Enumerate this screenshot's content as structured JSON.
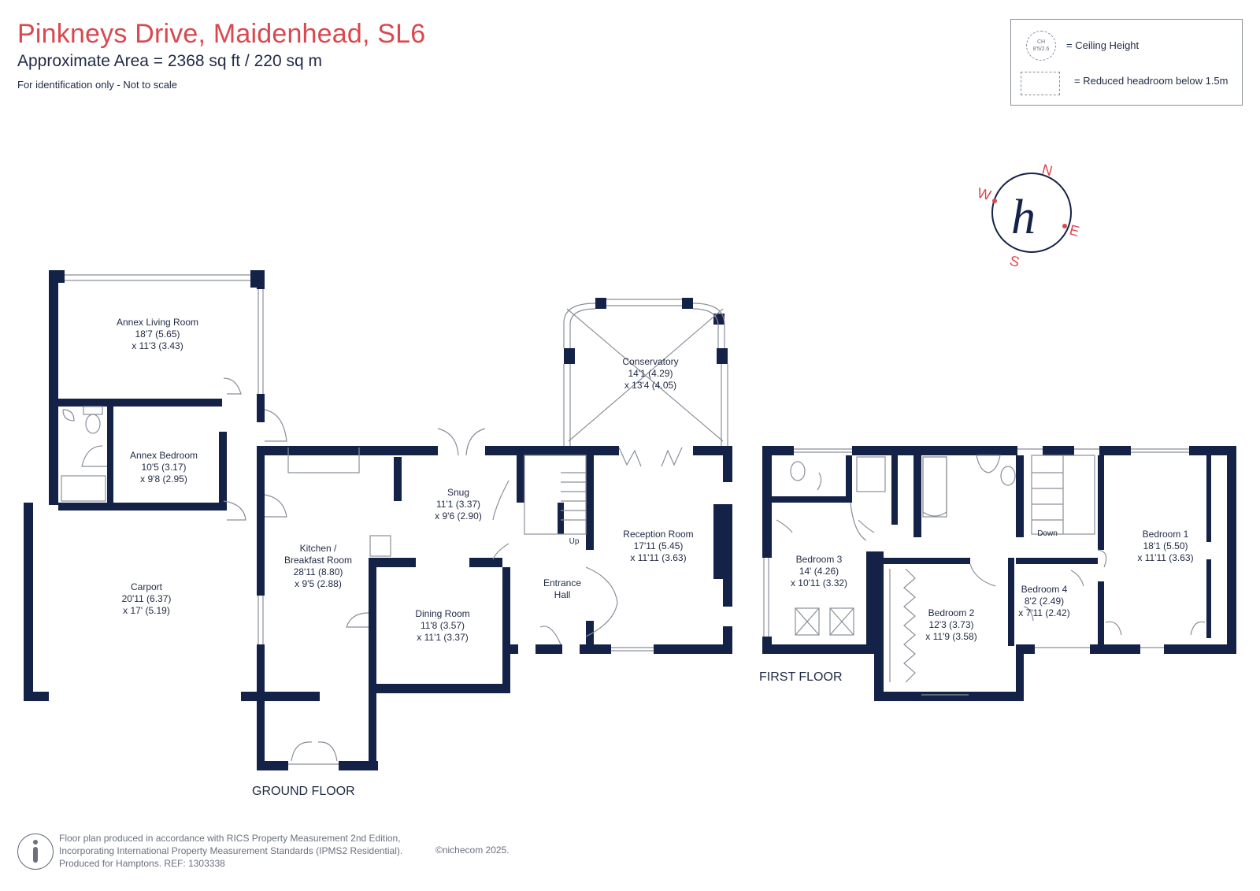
{
  "header": {
    "title": "Pinkneys Drive, Maidenhead, SL6",
    "area": "Approximate Area = 2368 sq ft / 220 sq m",
    "note": "For identification only - Not to scale"
  },
  "legend": {
    "ceiling_label": "= Ceiling Height",
    "ceiling_symbol_1": "CH",
    "ceiling_symbol_2": "8'5/2.6",
    "reduced_label": "= Reduced headroom below 1.5m"
  },
  "compass": {
    "n": "N",
    "e": "E",
    "s": "S",
    "w": "W",
    "logo": "h"
  },
  "floors": {
    "ground": "GROUND FLOOR",
    "first": "FIRST FLOOR"
  },
  "rooms": {
    "annex_living": {
      "name": "Annex Living Room",
      "dim1": "18'7 (5.65)",
      "dim2": "x 11'3 (3.43)"
    },
    "annex_bedroom": {
      "name": "Annex Bedroom",
      "dim1": "10'5 (3.17)",
      "dim2": "x 9'8 (2.95)"
    },
    "carport": {
      "name": "Carport",
      "dim1": "20'11 (6.37)",
      "dim2": "x 17' (5.19)"
    },
    "kitchen": {
      "name1": "Kitchen /",
      "name2": "Breakfast Room",
      "dim1": "28'11 (8.80)",
      "dim2": "x 9'5 (2.88)"
    },
    "snug": {
      "name": "Snug",
      "dim1": "11'1 (3.37)",
      "dim2": "x 9'6 (2.90)"
    },
    "dining": {
      "name": "Dining Room",
      "dim1": "11'8 (3.57)",
      "dim2": "x 11'1 (3.37)"
    },
    "entrance": {
      "name1": "Entrance",
      "name2": "Hall",
      "up": "Up"
    },
    "conservatory": {
      "name": "Conservatory",
      "dim1": "14'1 (4.29)",
      "dim2": "x 13'4 (4.05)"
    },
    "reception": {
      "name": "Reception Room",
      "dim1": "17'11 (5.45)",
      "dim2": "x 11'11 (3.63)"
    },
    "bedroom3": {
      "name": "Bedroom 3",
      "dim1": "14' (4.26)",
      "dim2": "x 10'11 (3.32)"
    },
    "bedroom2": {
      "name": "Bedroom 2",
      "dim1": "12'3 (3.73)",
      "dim2": "x 11'9 (3.58)"
    },
    "bedroom4": {
      "name": "Bedroom 4",
      "dim1": "8'2 (2.49)",
      "dim2": "x 7'11 (2.42)",
      "down": "Down"
    },
    "bedroom1": {
      "name": "Bedroom 1",
      "dim1": "18'1 (5.50)",
      "dim2": "x 11'11 (3.63)"
    }
  },
  "footer": {
    "line1": "Floor plan produced in accordance with RICS Property Measurement 2nd Edition,",
    "line2": "Incorporating International Property Measurement Standards (IPMS2 Residential).",
    "line3": "Produced for Hamptons.   REF:  1303338",
    "copyright": "©nichecom 2025."
  },
  "colors": {
    "wall": "#152247",
    "title": "#d9484f",
    "compass": "#d9484f",
    "thin": "#8a8f99"
  }
}
